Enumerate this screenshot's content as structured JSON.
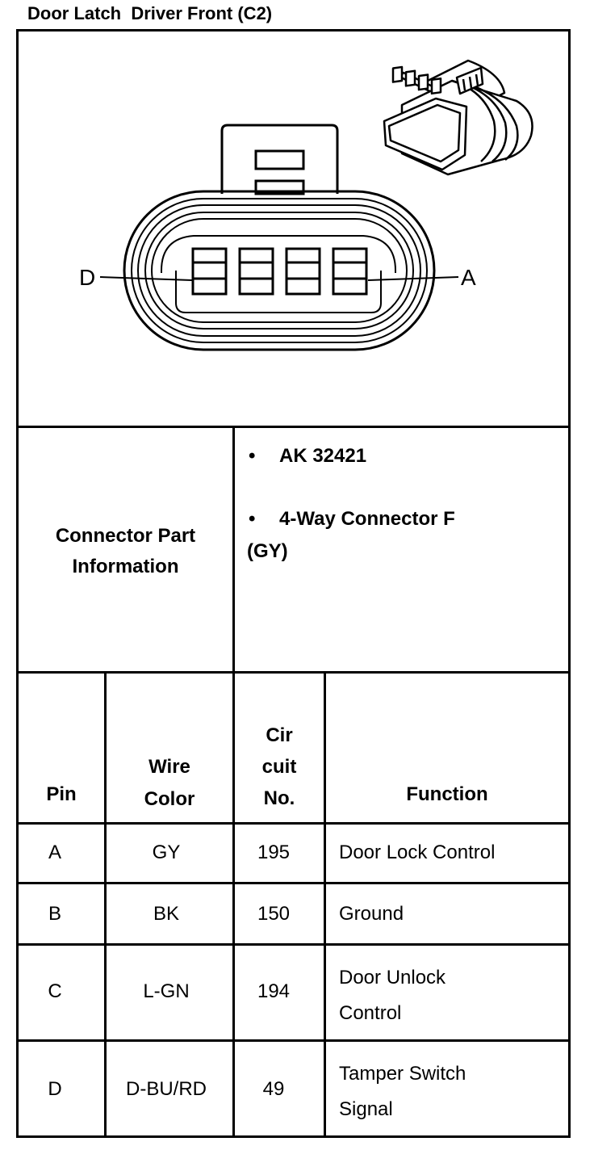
{
  "title": "Door Latch  Driver Front (C2)",
  "diagram": {
    "pin_left_label": "D",
    "pin_right_label": "A"
  },
  "connector_info": {
    "label_line1": "Connector Part",
    "label_line2": "Information",
    "bullets": [
      {
        "bullet": "•",
        "text": "AK 32421"
      },
      {
        "bullet": "•",
        "text": "4-Way Connector F"
      }
    ],
    "bullet_continuation": "(GY)"
  },
  "pin_table": {
    "headers": {
      "pin": "Pin",
      "wire_line1": "Wire",
      "wire_line2": "Color",
      "circuit_line1": "Cir",
      "circuit_line2": "cuit",
      "circuit_line3": "No.",
      "function": "Function"
    },
    "rows": [
      {
        "pin": "A",
        "color": "GY",
        "circuit": "195",
        "function_line1": "Door Lock Control",
        "function_line2": ""
      },
      {
        "pin": "B",
        "color": "BK",
        "circuit": "150",
        "function_line1": "Ground",
        "function_line2": ""
      },
      {
        "pin": "C",
        "color": "L-GN",
        "circuit": "194",
        "function_line1": "Door Unlock",
        "function_line2": "Control"
      },
      {
        "pin": "D",
        "color": "D-BU/RD",
        "circuit": "49",
        "function_line1": "Tamper Switch",
        "function_line2": "Signal"
      }
    ]
  }
}
